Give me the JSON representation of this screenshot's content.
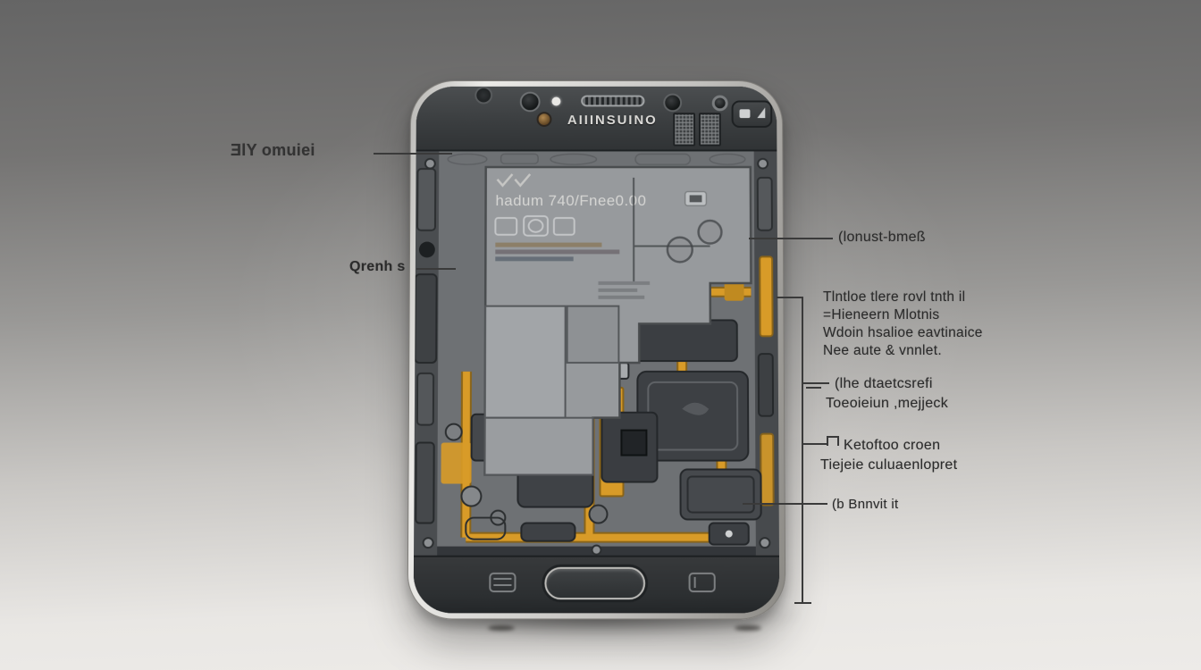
{
  "figure": {
    "background": {
      "top_color": "#656565",
      "bottom_color": "#edebe8"
    },
    "device": {
      "brand_text": "AIIINSUINO",
      "display_line": "hadum 740/Fnee0.00",
      "accent_color": "#d89b28",
      "frame_color": "#d6d5d2",
      "body_color": "#26292b",
      "board_color": "#6e7174"
    },
    "icons": [
      "speaker-grille-icon",
      "camera-lens-icon",
      "flash-dot-icon",
      "bronze-lens-icon",
      "hatch-connector-icon",
      "battery-icon",
      "home-button",
      "menu-key-icon",
      "back-key-icon"
    ],
    "callouts": {
      "left": [
        {
          "label": "ƎlY omuiei"
        },
        {
          "label": "Qrenh s"
        }
      ],
      "right": [
        {
          "label": "(lonust-bmeß"
        },
        {
          "lines": [
            "Tlntloe tlere rovl tnth il",
            "=Hieneern Mlotnis",
            "Wdoin hsalioe eavtinaice",
            "Nee aute & vnnlet."
          ]
        },
        {
          "lines": [
            "(lhe dtaetcsrefi",
            "Toeoieiun ,mejjeck"
          ]
        },
        {
          "lines": [
            "Ketoftoo croen",
            "Tiejeie culuaenlopret"
          ]
        },
        {
          "label": "(b Bnnvit it"
        }
      ]
    }
  }
}
